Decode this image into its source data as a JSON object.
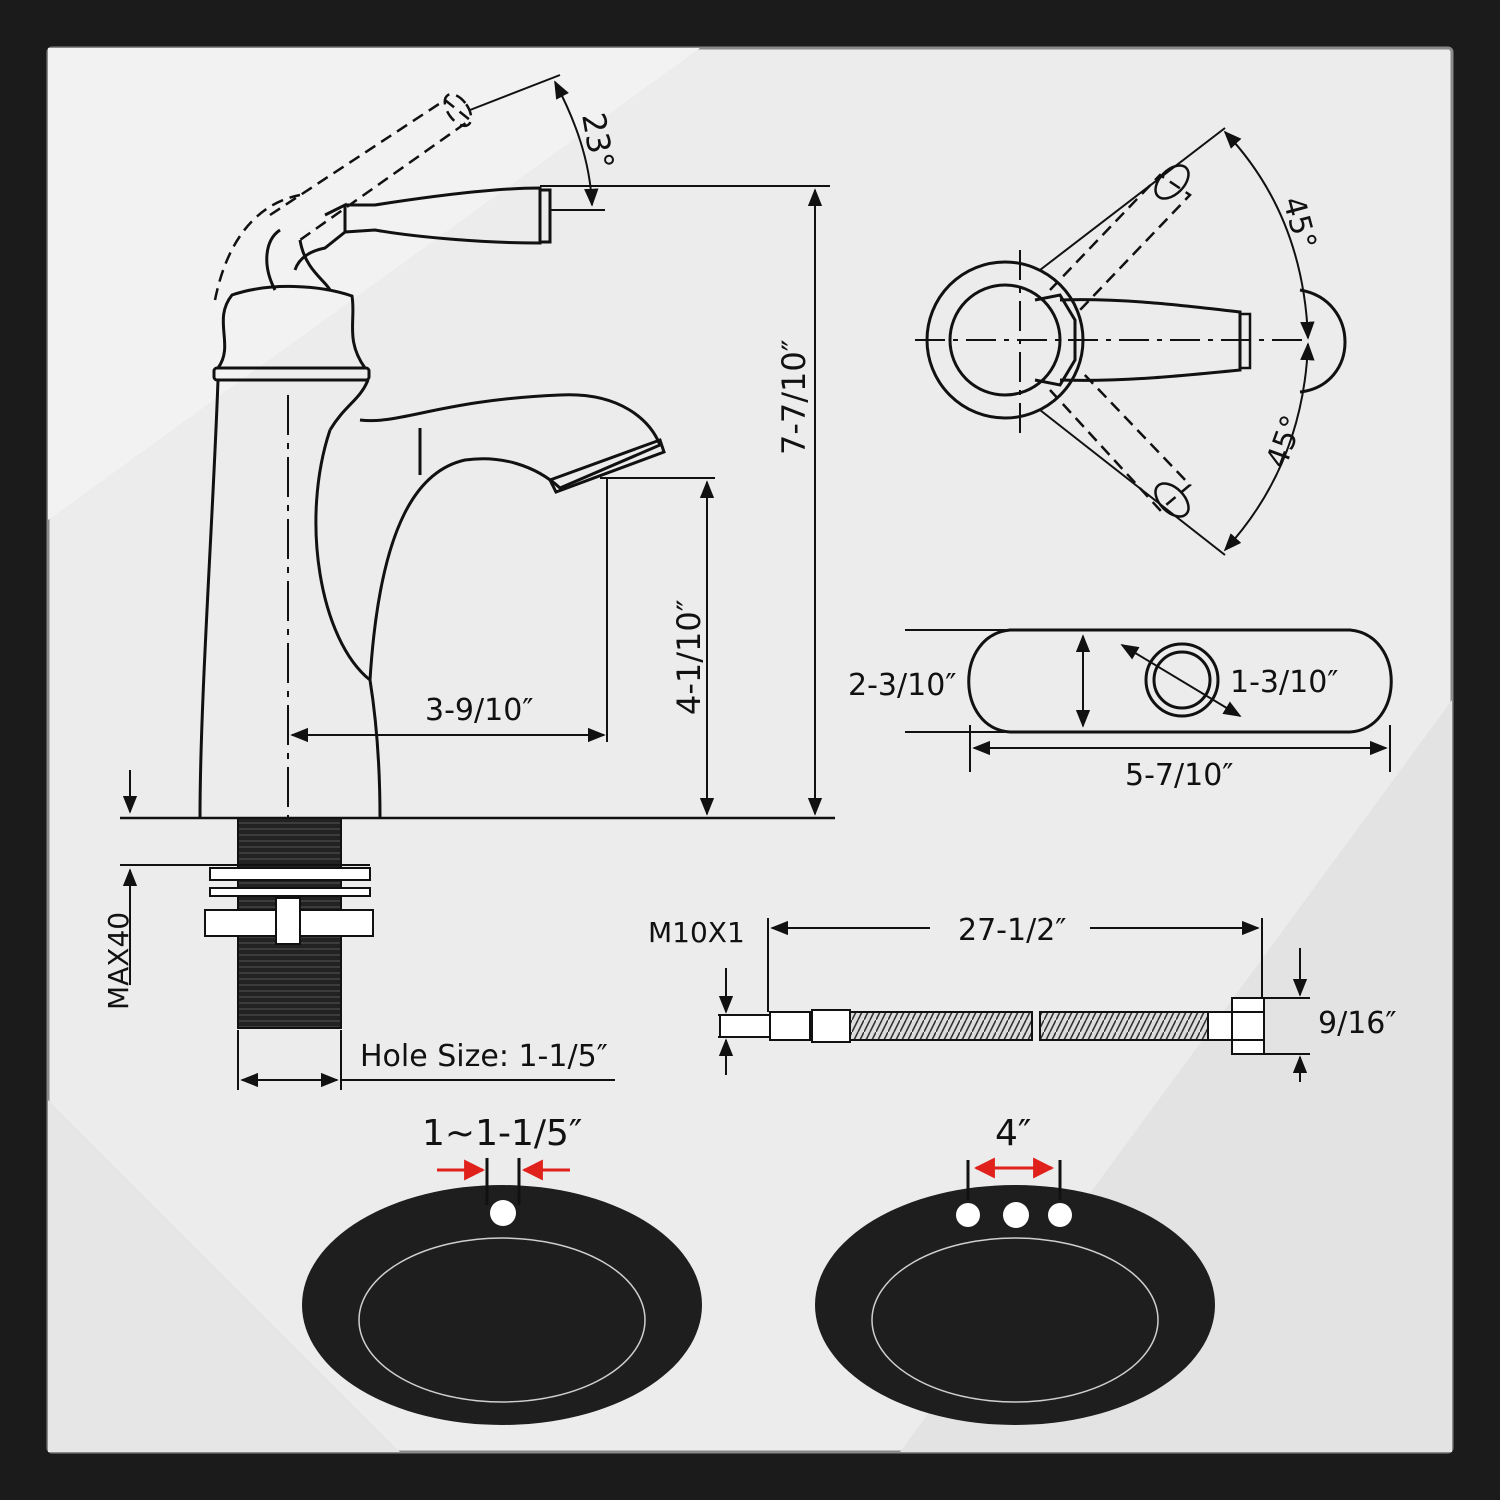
{
  "faucet": {
    "handle_tilt": "23°",
    "overall_height": "7-7/10″",
    "spout_height": "4-1/10″",
    "spout_reach": "3-9/10″",
    "mount_max": "MAX40",
    "hole_size": "Hole Size:  1-1/5″"
  },
  "top_view": {
    "angle_upper": "45°",
    "angle_lower": "45°"
  },
  "deck_plate": {
    "depth": "2-3/10″",
    "hole": "1-3/10″",
    "width": "5-7/10″"
  },
  "supply_hose": {
    "thread": "M10X1",
    "length": "27-1/2″",
    "nut": "9/16″"
  },
  "basins": {
    "single_hole": "1~1-1/5″",
    "three_hole": "4″"
  },
  "colors": {
    "frame": "#1b1b1b",
    "panel": "#ececec",
    "ink": "#111111",
    "accent_red": "#e0201b",
    "basin": "#1e1e1e"
  }
}
